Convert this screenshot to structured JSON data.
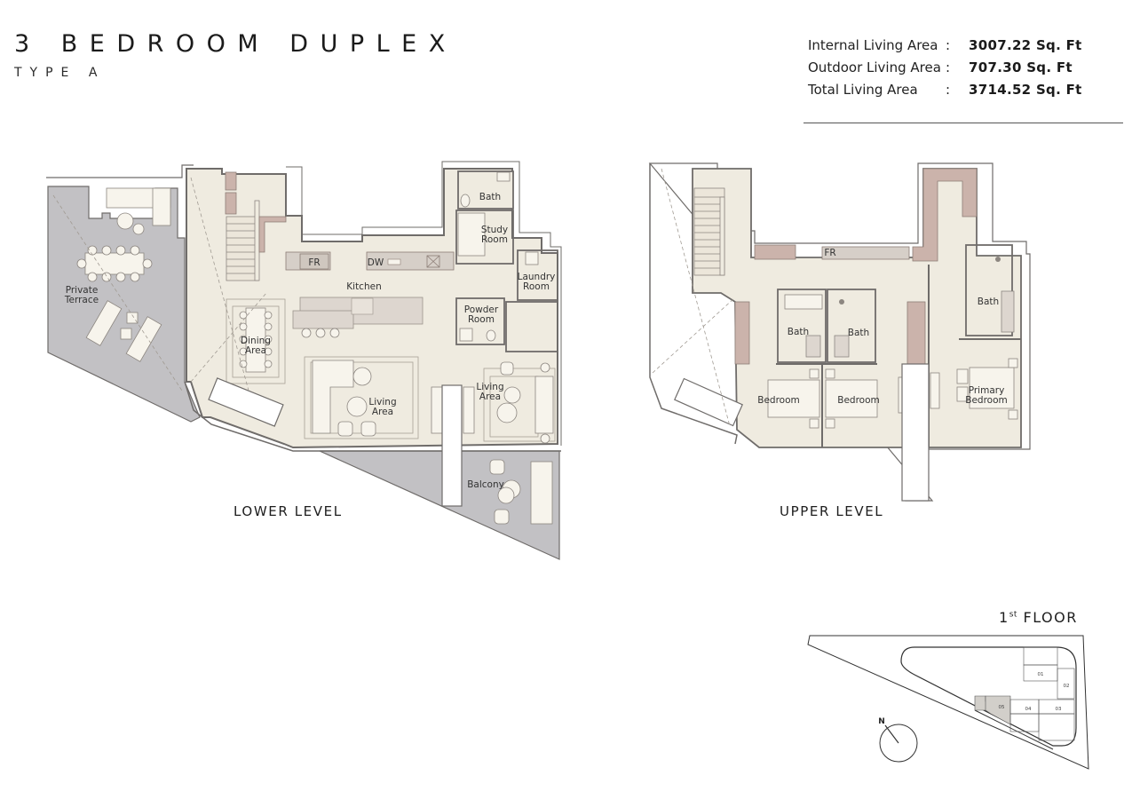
{
  "header": {
    "title": "3 BEDROOM DUPLEX",
    "subtitle": "TYPE A"
  },
  "areas": [
    {
      "label": "Internal Living Area",
      "colon": ":",
      "value": "3007.22 Sq. Ft"
    },
    {
      "label": "Outdoor Living Area",
      "colon": ":",
      "value": "707.30 Sq. Ft"
    },
    {
      "label": "Total Living Area",
      "colon": ":",
      "value": "3714.52 Sq. Ft"
    }
  ],
  "colors": {
    "interior_fill": "#efebe0",
    "outdoor_fill": "#c2c1c4",
    "joinery_fill": "#cbb3ab",
    "wall_stroke": "#6f6c6a",
    "furniture_fill": "#f7f4ec"
  },
  "lower_level": {
    "label": "LOWER LEVEL",
    "rooms": {
      "private_terrace": [
        "Private",
        "Terrace"
      ],
      "dining_area": [
        "Dining",
        "Area"
      ],
      "kitchen": "Kitchen",
      "fr": "FR",
      "dw": "DW",
      "bath": "Bath",
      "study_room": [
        "Study",
        "Room"
      ],
      "laundry_room": [
        "Laundry",
        "Room"
      ],
      "powder_room": [
        "Powder",
        "Room"
      ],
      "living_area_main": [
        "Living",
        "Area"
      ],
      "living_area_side": [
        "Living",
        "Area"
      ],
      "balcony": "Balcony"
    }
  },
  "upper_level": {
    "label": "UPPER LEVEL",
    "rooms": {
      "fr": "FR",
      "bath_1": "Bath",
      "bath_2": "Bath",
      "bath_primary": "Bath",
      "bedroom_1": "Bedroom",
      "bedroom_2": "Bedroom",
      "primary_bedroom": [
        "Primary",
        "Bedroom"
      ]
    }
  },
  "key_plan": {
    "floor_number": "1",
    "floor_suffix": "st",
    "floor_word": "FLOOR",
    "compass_label": "N",
    "units": [
      "01",
      "02",
      "03",
      "04",
      "05"
    ],
    "highlighted_unit": "05"
  }
}
